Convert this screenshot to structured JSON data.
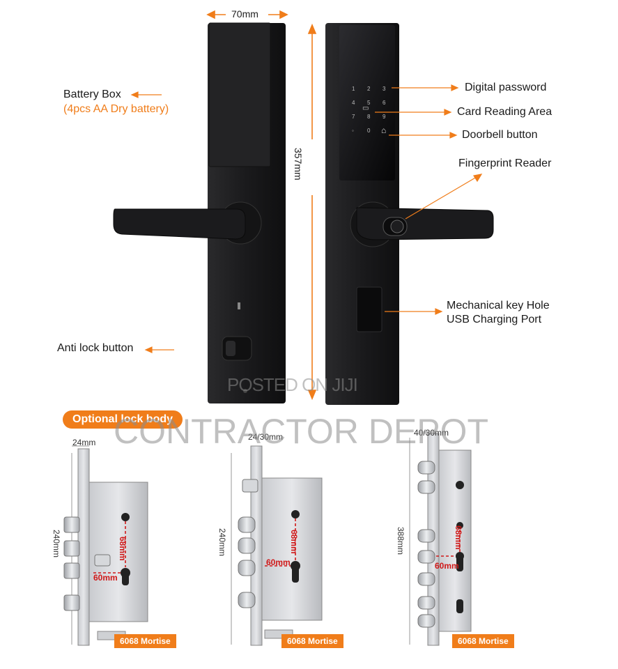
{
  "top": {
    "width_label": "70mm",
    "height_label": "357mm",
    "callouts": {
      "battery_box": "Battery Box",
      "battery_box_sub": "(4pcs AA Dry battery)",
      "anti_lock": "Anti lock button",
      "digital_password": "Digital password",
      "card_reading": "Card Reading Area",
      "doorbell": "Doorbell button",
      "fingerprint": "Fingerprint Reader",
      "mech_key_line1": "Mechanical key Hole",
      "mech_key_line2": "USB Charging Port"
    },
    "keypad": [
      "1",
      "2",
      "3",
      "4",
      "5",
      "6",
      "7",
      "8",
      "9",
      "0"
    ]
  },
  "bottom": {
    "section_title": "Optional lock body",
    "mortises": [
      {
        "top_dim": "24mm",
        "side_dim": "240mm",
        "dim_a": "68mm",
        "dim_b": "60mm",
        "tag": "6068 Mortise"
      },
      {
        "top_dim": "24/30mm",
        "side_dim": "240mm",
        "dim_a": "68mm",
        "dim_b": "60mm",
        "tag": "6068 Mortise"
      },
      {
        "top_dim": "40/30mm",
        "side_dim": "388mm",
        "dim_a": "68mm",
        "dim_b": "60mm",
        "tag": "6068 Mortise"
      }
    ]
  },
  "watermarks": {
    "posted": "POSTED ON JIJI",
    "brand": "CONTRACTOR DEPOT"
  },
  "colors": {
    "accent": "#f07d1a",
    "lock_body": "#1c1c1e",
    "dim_red": "#d01818"
  }
}
